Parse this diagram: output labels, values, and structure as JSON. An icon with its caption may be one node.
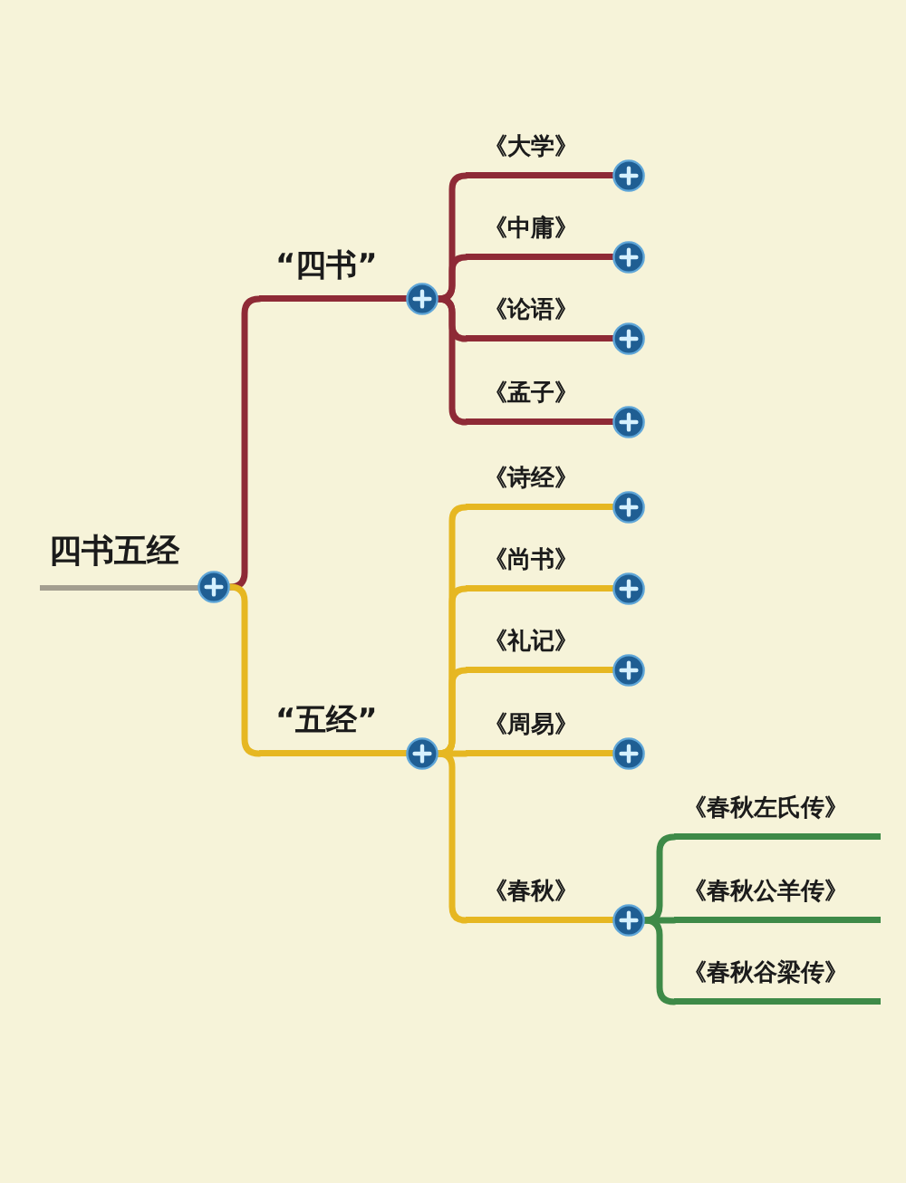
{
  "diagram": {
    "nodes": [
      {
        "text": [
          "四书五经"
        ]
      },
      {
        "text": [
          "“四书”"
        ]
      },
      {
        "text": [
          "《大学》"
        ]
      },
      {
        "text": [
          "《中庸》"
        ]
      },
      {
        "text": [
          "《论语》"
        ]
      },
      {
        "text": [
          "《孟子》"
        ]
      },
      {
        "text": [
          "“五经”"
        ]
      },
      {
        "text": [
          "《诗经》"
        ]
      },
      {
        "text": [
          "《尚书》"
        ]
      },
      {
        "text": [
          "《礼记》"
        ]
      },
      {
        "text": [
          "《周易》"
        ]
      },
      {
        "text": [
          "《春秋》"
        ]
      },
      {
        "text": [
          "《春秋左氏传》"
        ]
      },
      {
        "text": [
          "《春秋公羊传》"
        ]
      },
      {
        "text": [
          "《春秋谷梁传》"
        ]
      }
    ],
    "edges": [
      {
        "from": 0,
        "to": 1,
        "arrow": "none",
        "color": "#8e2a36"
      },
      {
        "from": 1,
        "to": 2,
        "arrow": "none",
        "color": "#8e2a36"
      },
      {
        "from": 1,
        "to": 3,
        "arrow": "none",
        "color": "#8e2a36"
      },
      {
        "from": 1,
        "to": 4,
        "arrow": "none",
        "color": "#8e2a36"
      },
      {
        "from": 1,
        "to": 5,
        "arrow": "none",
        "color": "#8e2a36"
      },
      {
        "from": 0,
        "to": 6,
        "arrow": "none"
      },
      {
        "from": 6,
        "to": 7,
        "arrow": "none"
      },
      {
        "from": 6,
        "to": 8,
        "arrow": "none"
      },
      {
        "from": 6,
        "to": 9,
        "arrow": "none"
      },
      {
        "from": 6,
        "to": 10,
        "arrow": "none"
      },
      {
        "from": 6,
        "to": 11,
        "arrow": "none"
      },
      {
        "from": 11,
        "to": 12,
        "arrow": "none",
        "color": "#3e8a48"
      },
      {
        "from": 11,
        "to": 13,
        "arrow": "none",
        "color": "#3e8a48"
      },
      {
        "from": 11,
        "to": 14,
        "arrow": "none",
        "color": "#3e8a48"
      }
    ]
  }
}
